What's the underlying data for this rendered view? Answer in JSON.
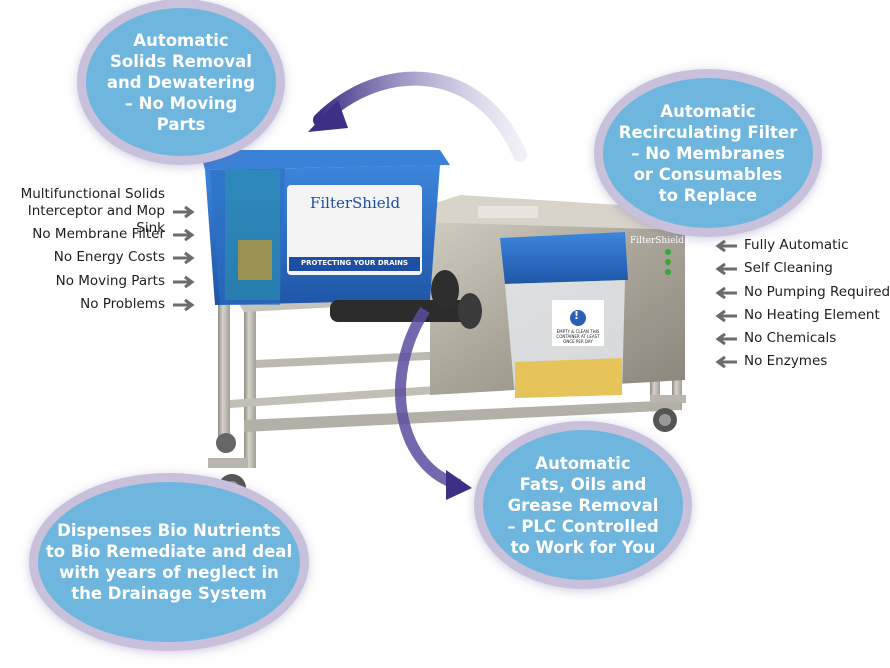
{
  "bubbles": {
    "solids": "Automatic\nSolids Removal\nand Dewatering\n– No Moving\nParts",
    "filter": "Automatic\nRecirculating Filter\n– No Membranes\nor Consumables\nto Replace",
    "grease": "Automatic\nFats, Oils and\nGrease Removal\n– PLC Controlled\nto Work for You",
    "bio": "Dispenses Bio Nutrients\nto Bio Remediate and deal\nwith years of neglect in\nthe Drainage System"
  },
  "left_features": [
    "Multifunctional Solids\nInterceptor and Mop Sink",
    "No Membrane Filter",
    "No Energy Costs",
    "No Moving Parts",
    "No Problems"
  ],
  "right_features": [
    "Fully Automatic",
    "Self Cleaning",
    "No Pumping Required",
    "No Heating Element",
    "No Chemicals",
    "No Enzymes"
  ],
  "product": {
    "brand": "FilterShield",
    "brand_small": "FilterShield",
    "banner": "PROTECTING YOUR DRAINS",
    "notice": "EMPTY & CLEAN THIS CONTAINER AT LEAST ONCE PER DAY",
    "mark": "!"
  },
  "colors": {
    "bubble": "#6fb6df",
    "bubble_ring": "#c9c1dc",
    "tank_blue": "#2f6fc6",
    "steel": "#b9b6ad",
    "arrow": "#4a3f8f"
  }
}
